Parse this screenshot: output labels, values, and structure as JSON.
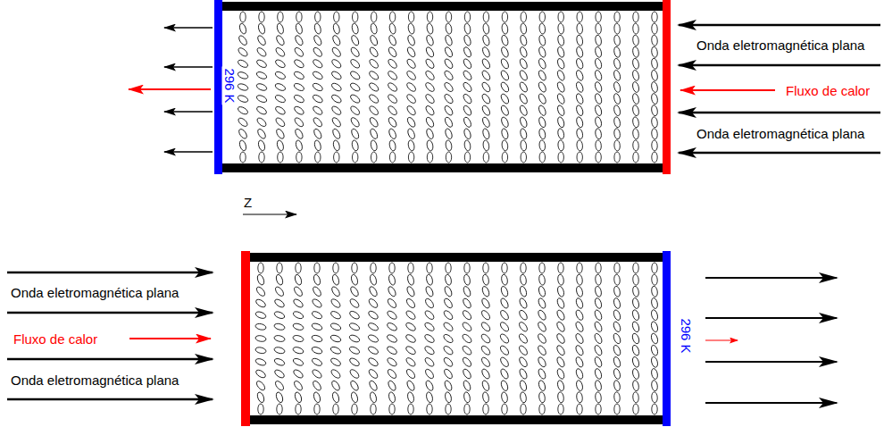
{
  "diagram": {
    "labels": [
      "Onda eletromagnética plana",
      "Fluxo de calor",
      "Onda eletromagnética plana",
      "296 K",
      "Z",
      "Onda eletromagnética plana",
      "Fluxo de calor",
      "Onda eletromagnética plana",
      "296 K"
    ]
  }
}
